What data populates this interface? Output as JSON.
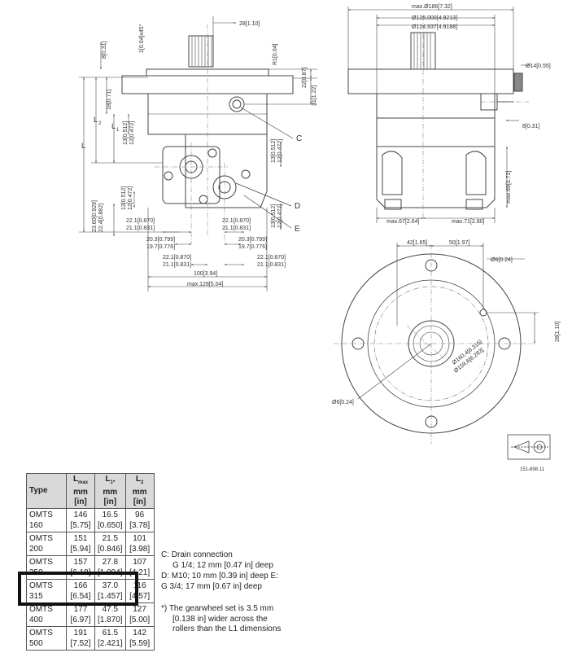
{
  "drawing": {
    "front_view_dims": {
      "d_28": "28[1.10]",
      "d_1x45": "1[0.04]x45°",
      "d_8": "8[0.31]",
      "d_R1": "R1[0.04]",
      "d_22": "22[0.87]",
      "d_31": "31[1.22]",
      "d_18": "18[0.71]",
      "d_13a": "13[0.512]",
      "d_12a": "12[0.472]",
      "d_13b": "13[0.512]",
      "d_12b": "12[0.472]",
      "d_13c": "13[0.512]",
      "d_12c": "12[0.472]",
      "d_13d": "13[0.512]",
      "d_12d": "12[0.472]",
      "d_23": "23.60[0.929]",
      "d_22_4": "22.4[0.882]",
      "d_22_1a": "22.1[0.870]",
      "d_21_1a": "21.1[0.831]",
      "d_22_1b": "22.1[0.870]",
      "d_21_1b": "21.1[0.831]",
      "d_20_3a": "20.3[0.799]",
      "d_19_7a": "19.7[0.776]",
      "d_20_3b": "20.3[0.799]",
      "d_19_7b": "19.7[0.776]",
      "d_22_1c": "22.1[0.870]",
      "d_21_1c": "21.1[0.831]",
      "d_22_1d": "22.1[0.870]",
      "d_21_1d": "21.1[0.831]",
      "d_100": "100[3.94]",
      "d_max128": "max.128[5.04]",
      "label_L": "L",
      "label_L2": "L",
      "label_L1": "L",
      "sub2": "2",
      "sub1": "1"
    },
    "side_view_dims": {
      "d_max186": "max.Ø186[7.32]",
      "d_125": "Ø125,000[4.9213]",
      "d_124": "Ø124,937[4.9188]",
      "d_14": "Ø14[0.55]",
      "d_8b": "8[0.31]",
      "d_max69": "max.69[2.72]",
      "d_max67": "max.67[2.64]",
      "d_max71": "max.71[2.80]"
    },
    "bottom_view_dims": {
      "d_42": "42[1.65]",
      "d_50": "50[1.97]",
      "d_6a": "Ø6[0.24]",
      "d_28b": "28[1.10]",
      "d_160": "Ø160,4[6.315]",
      "d_159": "Ø159,6[6.283]",
      "d_6b": "Ø6[0.24]"
    },
    "callouts": {
      "C": "C",
      "D": "D",
      "E": "E"
    },
    "drawing_number": "151-898.11"
  },
  "table": {
    "headers": {
      "type": "Type",
      "lmax_main": "L",
      "lmax_sub": "max",
      "lmax_unit": "mm",
      "lmax_in": "[in]",
      "l1_main": "L",
      "l1_sub": "1*",
      "l1_unit": "mm",
      "l1_in": "[in]",
      "l2_main": "L",
      "l2_sub": "2",
      "l2_unit": "mm",
      "l2_in": "[in]"
    },
    "rows": [
      {
        "type_a": "OMTS",
        "type_b": "160",
        "lmax_a": "146",
        "lmax_b": "[5.75]",
        "l1_a": "16.5",
        "l1_b": "[0.650]",
        "l2_a": "96",
        "l2_b": "[3.78]"
      },
      {
        "type_a": "OMTS",
        "type_b": "200",
        "lmax_a": "151",
        "lmax_b": "[5.94]",
        "l1_a": "21.5",
        "l1_b": "[0.846]",
        "l2_a": "101",
        "l2_b": "[3.98]"
      },
      {
        "type_a": "OMTS",
        "type_b": "250",
        "lmax_a": "157",
        "lmax_b": "[6.18]",
        "l1_a": "27.8",
        "l1_b": "[1.094]",
        "l2_a": "107",
        "l2_b": "[4.21]"
      },
      {
        "type_a": "OMTS",
        "type_b": "315",
        "lmax_a": "166",
        "lmax_b": "[6.54]",
        "l1_a": "37.0",
        "l1_b": "[1.457]",
        "l2_a": "116",
        "l2_b": "[4.57]"
      },
      {
        "type_a": "OMTS",
        "type_b": "400",
        "lmax_a": "177",
        "lmax_b": "[6.97]",
        "l1_a": "47.5",
        "l1_b": "[1.870]",
        "l2_a": "127",
        "l2_b": "[5.00]"
      },
      {
        "type_a": "OMTS",
        "type_b": "500",
        "lmax_a": "191",
        "lmax_b": "[7.52]",
        "l1_a": "61.5",
        "l1_b": "[2.421]",
        "l2_a": "142",
        "l2_b": "[5.59]"
      }
    ]
  },
  "notes": {
    "c_line1": "C:  Drain connection",
    "c_line2": "G 1/4; 12 mm [0.47 in] deep",
    "d_line1": "D:  M10; 10 mm [0.39 in] deep E:",
    "d_line2": "G 3/4; 17 mm [0.67 in] deep",
    "star_line1": "*)   The gearwheel set is 3.5 mm",
    "star_line2": "[0.138 in] wider across the",
    "star_line3": "rollers than the L1 dimensions"
  }
}
